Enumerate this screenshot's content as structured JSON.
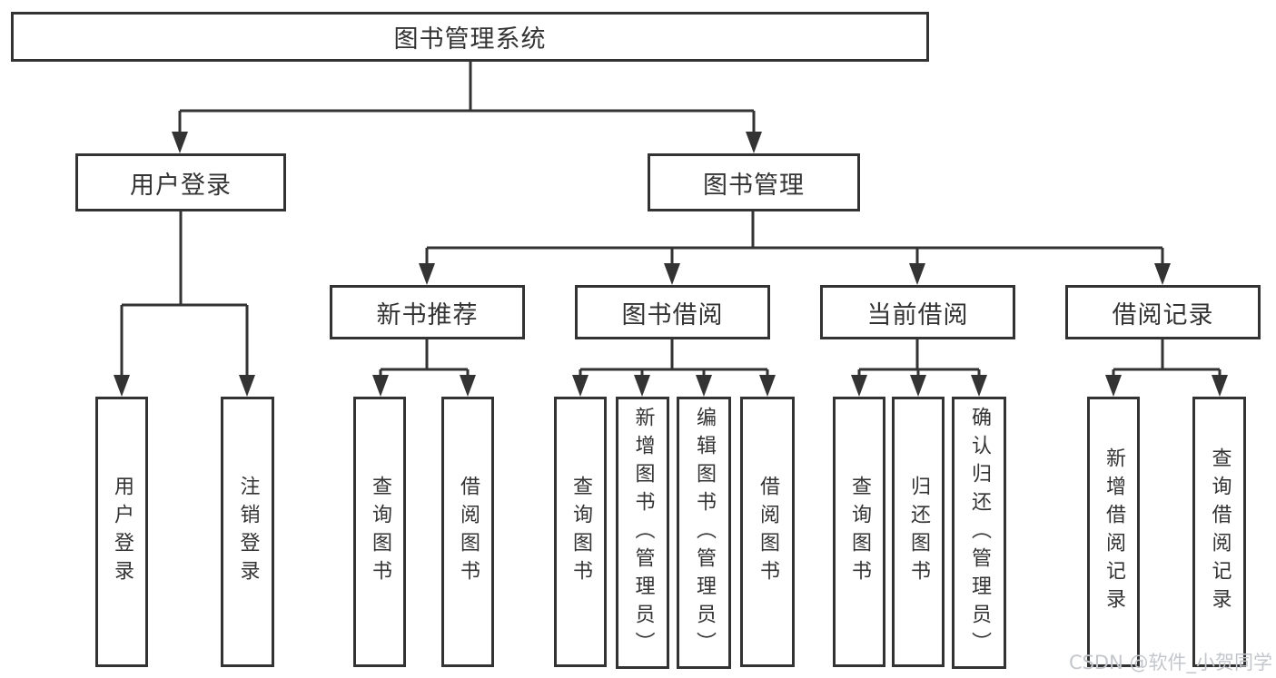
{
  "root": {
    "label": "图书管理系统"
  },
  "level2": [
    {
      "label": "用户登录",
      "children": [
        {
          "label": "用户登录"
        },
        {
          "label": "注销登录"
        }
      ]
    },
    {
      "label": "图书管理"
    }
  ],
  "modules": [
    {
      "label": "新书推荐",
      "children": [
        {
          "label": "查询图书"
        },
        {
          "label": "借阅图书"
        }
      ]
    },
    {
      "label": "图书借阅",
      "children": [
        {
          "label": "查询图书"
        },
        {
          "label": "新增图书（管理员）"
        },
        {
          "label": "编辑图书（管理员）"
        },
        {
          "label": "借阅图书"
        }
      ]
    },
    {
      "label": "当前借阅",
      "children": [
        {
          "label": "查询图书"
        },
        {
          "label": "归还图书"
        },
        {
          "label": "确认归还（管理员）"
        }
      ]
    },
    {
      "label": "借阅记录",
      "children": [
        {
          "label": "新增借阅记录"
        },
        {
          "label": "查询借阅记录"
        }
      ]
    }
  ],
  "watermark": {
    "text": "CSDN @软件_小贺同学"
  },
  "colors": {
    "line": "#333333",
    "border": "#333333",
    "text": "#333333",
    "background": "#ffffff",
    "watermark": "#c3c6cb"
  }
}
